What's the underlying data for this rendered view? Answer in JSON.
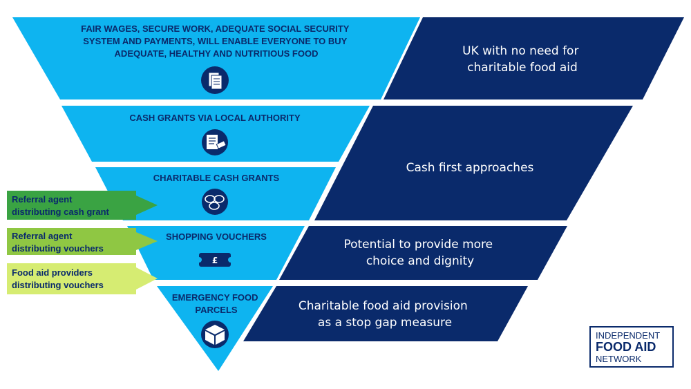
{
  "levels": [
    {
      "lines": [
        "FAIR WAGES, SECURE WORK, ADEQUATE SOCIAL SECURITY",
        "SYSTEM AND PAYMENTS, WILL ENABLE EVERYONE TO BUY",
        "ADEQUATE, HEALTHY AND NUTRITIOUS FOOD"
      ],
      "icon": "documents-icon"
    },
    {
      "lines": [
        "CASH GRANTS VIA LOCAL AUTHORITY"
      ],
      "icon": "grant-document-icon"
    },
    {
      "lines": [
        "CHARITABLE CASH GRANTS"
      ],
      "icon": "coins-icon"
    },
    {
      "lines": [
        "SHOPPING VOUCHERS"
      ],
      "icon": "voucher-icon"
    },
    {
      "lines": [
        "EMERGENCY FOOD",
        "PARCELS"
      ],
      "icon": "food-parcel-box-icon"
    }
  ],
  "panels": [
    {
      "lines": [
        "UK with no need for",
        "charitable food aid"
      ]
    },
    {
      "lines": [
        "Cash first approaches"
      ]
    },
    {
      "lines": [
        "Potential to provide more",
        "choice and dignity"
      ]
    },
    {
      "lines": [
        "Charitable food aid provision",
        "as a stop gap measure"
      ]
    }
  ],
  "arrows": [
    {
      "lines": [
        "Referral agent",
        "distributing cash grant"
      ],
      "color": "#3aa343"
    },
    {
      "lines": [
        "Referral agent",
        "distributing vouchers"
      ],
      "color": "#8fc743"
    },
    {
      "lines": [
        "Food aid providers",
        "distributing vouchers"
      ],
      "color": "#d6ec72"
    }
  ],
  "logo": {
    "line1": "INDEPENDENT",
    "line2": "FOOD AID",
    "line3": "NETWORK"
  },
  "colors": {
    "band": "#0eb4f0",
    "panel": "#0a2a6b",
    "text_dark": "#0a2a6b"
  }
}
